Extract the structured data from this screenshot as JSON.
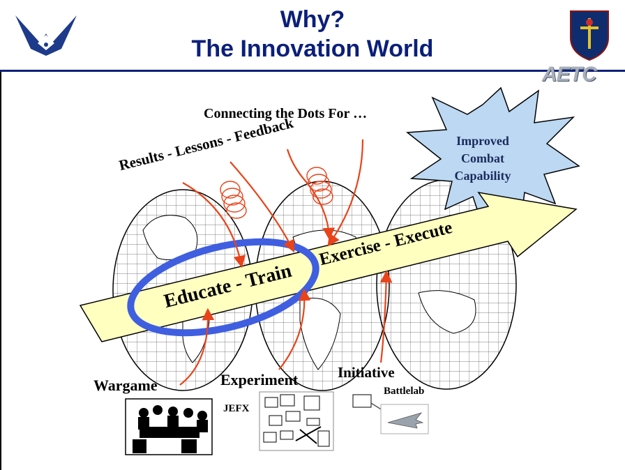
{
  "header": {
    "title_line1": "Why?",
    "title_line2": "The Innovation World",
    "right_logo_text": "AETC"
  },
  "diagram": {
    "subtitle": "Connecting the Dots For …",
    "feedback_label": "Results - Lessons - Feedback",
    "arrow_label_left": "Educate - Train",
    "arrow_label_right": "Exercise - Execute",
    "goal_label": [
      "Improved",
      "Combat",
      "Capability"
    ],
    "sources": {
      "wargame": "Wargame",
      "experiment": "Experiment",
      "experiment_sub": "JEFX",
      "initiative": "Initiative",
      "initiative_sub": "Battlelab"
    }
  },
  "colors": {
    "title": "#0b1f7a",
    "arrow_fill": "#ffffc0",
    "star_fill": "#bcd8f2",
    "oval": "#3f5fe0",
    "feedback_arrows": "#e8431a"
  }
}
